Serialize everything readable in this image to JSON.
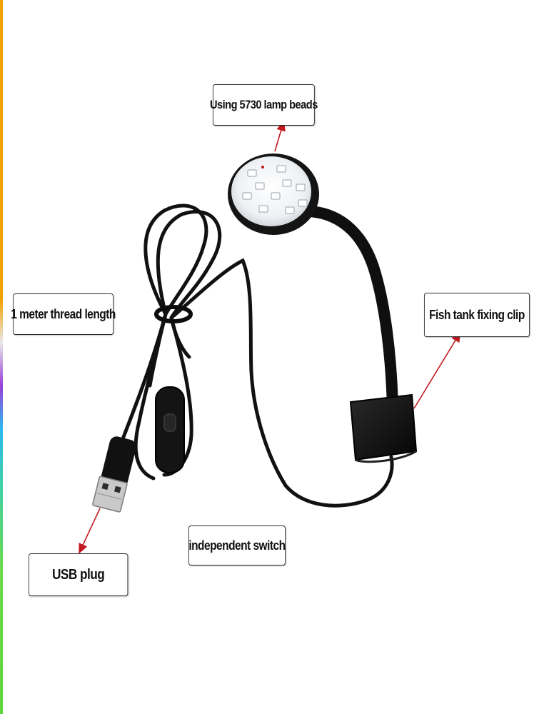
{
  "labels": {
    "lamp_beads": "Using 5730 lamp beads",
    "thread_length": "1 meter thread length",
    "fixing_clip": "Fish tank fixing clip",
    "switch": "independent switch",
    "usb_plug": "USB plug"
  },
  "colors": {
    "arrow": "#c2181f",
    "cable": "#111111",
    "lamp_face": "#eef1f4",
    "background": "#ffffff"
  }
}
